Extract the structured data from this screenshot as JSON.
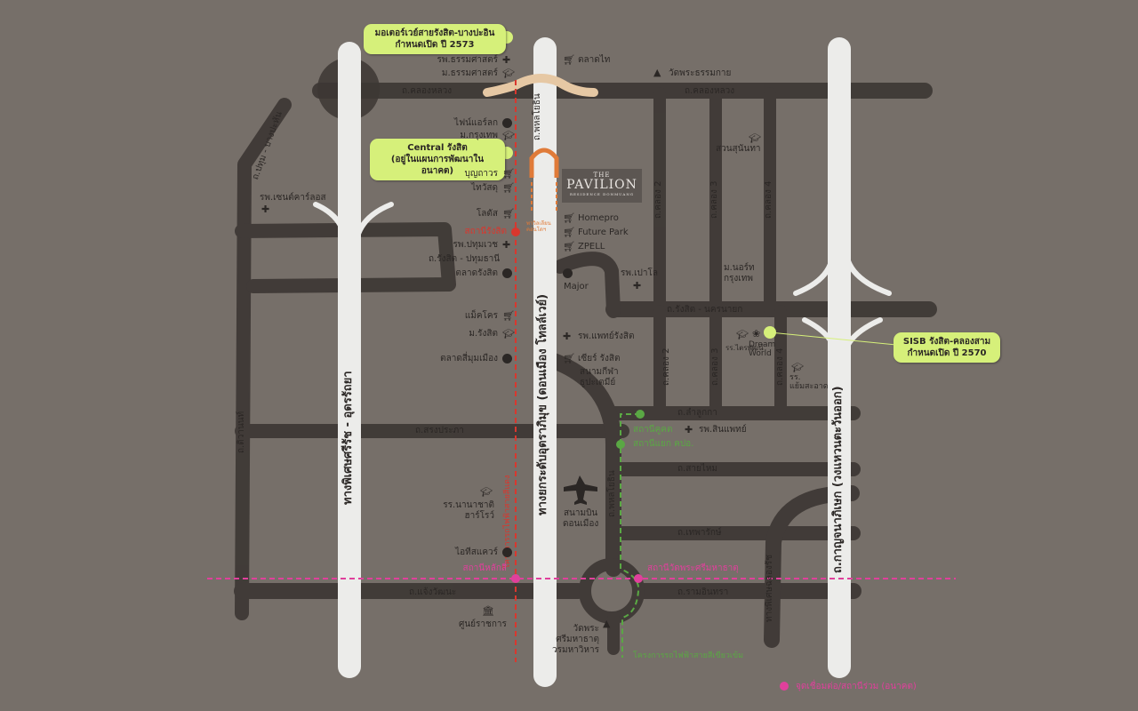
{
  "brand": {
    "top": "THE",
    "name": "PAVILION",
    "sub": "RESIDENCE DONMUANG"
  },
  "colors": {
    "background": "#766f69",
    "road": "#3d3734",
    "highway": "#ececea",
    "rail_red": "#d9372e",
    "rail_green": "#5aa844",
    "rail_pink": "#e0409c",
    "callout": "#d6f07a"
  },
  "callouts": {
    "motorway": [
      "มอเตอร์เวย์สายรังสิต-บางปะอิน",
      "กำหนดเปิด ปี 2573"
    ],
    "central": [
      "Central รังสิต",
      "(อยู่ในแผนการพัฒนาในอนาคต)"
    ],
    "sisb": [
      "SISB รังสิต-คลองสาม",
      "กำหนดเปิด ปี 2570"
    ]
  },
  "roads": {
    "klong_luang_w": "ถ.คลองหลวง",
    "klong_luang_e": "ถ.คลองหลวง",
    "rangsit_pathum": "ถ.รังสิต - ปทุมธานี",
    "rangsit_nakhon": "ถ.รังสิต - นครนายก",
    "lam_luk_ka": "ถ.ลำลูกกา",
    "song_prapa": "ถ.สรงประภา",
    "sai_mai": "ถ.สายไหม",
    "thep_harak": "ถ.เทพารักษ์",
    "chaeng_watthana": "ถ.แจ้งวัฒนะ",
    "ram_inthra": "ถ.รามอินทรา",
    "phahon_top": "ถ.พหลโยธิน",
    "phahon_bottom": "ถ.พหลโยธิน",
    "pathum_bang_pa": "ถ.ปทุม - บางปะหัน",
    "tiwanon": "ถ.ติวานนท์",
    "khlong2_top": "ถ.คลอง 2",
    "khlong3_top": "ถ.คลอง 3",
    "khlong4_top": "ถ.คลอง 4",
    "khlong2_bot": "ถ.คลอง 2",
    "khlong3_bot": "ถ.คลอง 3",
    "khlong4_bot": "ถ.คลอง 4",
    "expressway_west": "ทางพิเศษศรีรัช - อุดรรัถยา",
    "tollway": "ทางยกระดับอุตราภิมุข (ดอนเมือง โทลล์เวย์)",
    "kanchana": "ถ.กาญจนาภิเษก (วงแหวนตะวันออก)",
    "chalong_rat": "ทางพิเศษฉลองรัช"
  },
  "places": {
    "rp_thammasat": "รพ.ธรรมศาสตร์",
    "m_thammasat": "ม.ธรรมศาสตร์",
    "talad_thai": "ตลาดไท",
    "wat_phra_dhammakaya": "วัดพระธรรมกาย",
    "future_air": "ไฟน์แอร์ลก",
    "m_krungthep": "ม.กรุงเทพ",
    "bunthavorn": "บุญถาวร",
    "thai_watsadu": "ไทวัสดุ",
    "lotus": "โลตัส",
    "rangsit_station": "สถานีรังสิต",
    "rp_pathumvech": "รพ.ปทุมเวช",
    "talad_rangsit": "ตลาดรังสิต",
    "makro": "แม็คโคร",
    "m_rangsit": "ม.รังสิต",
    "talad_si_mum_muang": "ตลาดสี่มุมเมือง",
    "rp_chernkarn": "รพ.เซนต์คาร์ลอส",
    "homepro": "Homepro",
    "future_park": "Future Park",
    "zpell": "ZPELL",
    "major": "Major",
    "rp_paolo": "รพ.เปาโล",
    "rp_phaet_rangsit": "รพ.แพทย์รังสิต",
    "big_c": "เซียร์ รังสิต",
    "stadium": [
      "สนามกีฬา",
      "ธูปะเตมีย์"
    ],
    "suan_sunanta": "สวนสุนันทา",
    "m_north_bkk": [
      "ม.นอร์ท",
      "กรุงเทพ"
    ],
    "dream_world": [
      "Dream",
      "World"
    ],
    "rr_klong_luang": "รร.ไตรพัฒน์",
    "rr_school2": [
      "รร.",
      "แย้มสะอาด"
    ],
    "rp_sinphaet": "รพ.สินแพทย์",
    "kukot": "สถานีคูคต",
    "sai_luat_station": "สถานีแยก คปอ.",
    "rr_nanachat": [
      "รร.นานาชาติ",
      "ฮาร์โรว์"
    ],
    "it_square": "ไอทีสแควร์",
    "lak_si": "สถานีหลักสี่",
    "wat_phra_sri": "สถานีวัดพระศรีมหาธาตุ",
    "airport": [
      "สนามบิน",
      "ดอนเมือง"
    ],
    "govt_center": "ศูนย์ราชการ",
    "wat_phra_sri_temple": [
      "วัดพระ",
      "ศรีมหาธาตุ",
      "วรมหาวิหาร"
    ],
    "green_extension": "โครงการรถไฟฟ้าสายสีเขียวเข้ม",
    "red_line": "โครงการรถไฟฟ้าสายสีแดง",
    "project": "พาวิลเลียน",
    "project_sub": "คอนโดฯ"
  },
  "legend": "จุดเชื่อมต่อ/สถานีร่วม (อนาคต)"
}
